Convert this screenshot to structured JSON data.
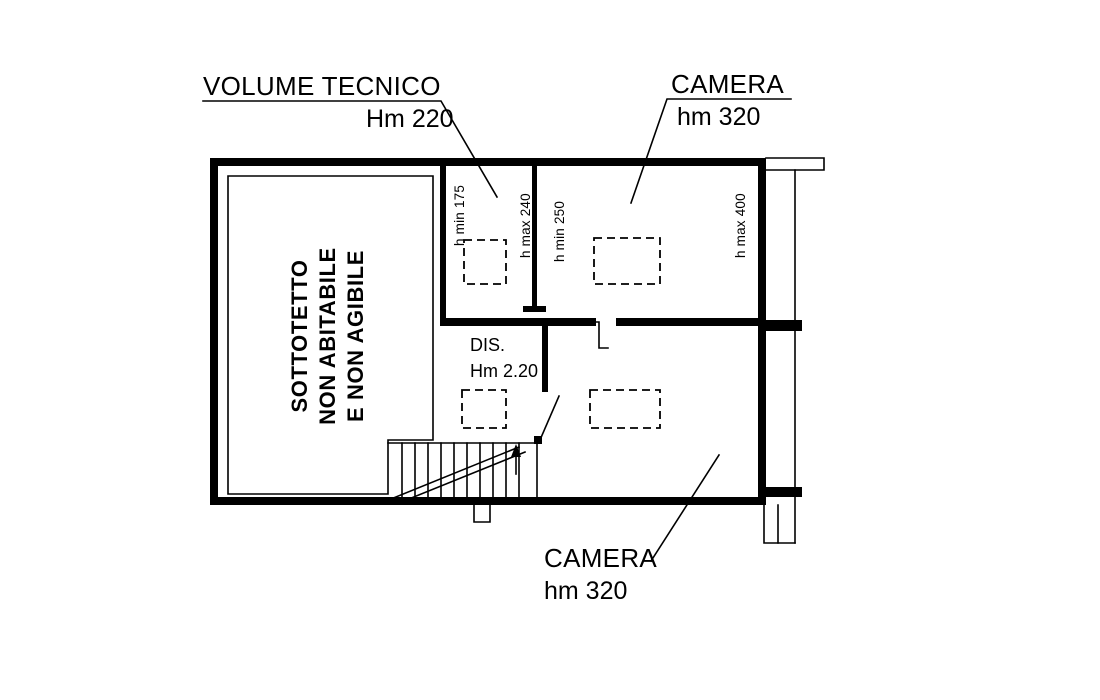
{
  "drawing": {
    "background": "#ffffff",
    "line_color": "#000000"
  },
  "annotations": {
    "volume_tecnico": {
      "title": "VOLUME TECNICO",
      "height_note": "Hm 220"
    },
    "camera_top": {
      "title": "CAMERA",
      "height_note": "hm 320"
    },
    "camera_bottom": {
      "title": "CAMERA",
      "height_note": "hm 320"
    }
  },
  "rooms": {
    "sottotetto": {
      "line1": "SOTTOTETTO",
      "line2": "NON ABITABILE",
      "line3": "E NON AGIBILE"
    },
    "dis": {
      "title": "DIS.",
      "height_note": "Hm 2.20"
    }
  },
  "height_labels": {
    "h_min_175": "h min 175",
    "h_max_240": "h max 240",
    "h_min_250": "h min 250",
    "h_max_400": "h max 400"
  }
}
